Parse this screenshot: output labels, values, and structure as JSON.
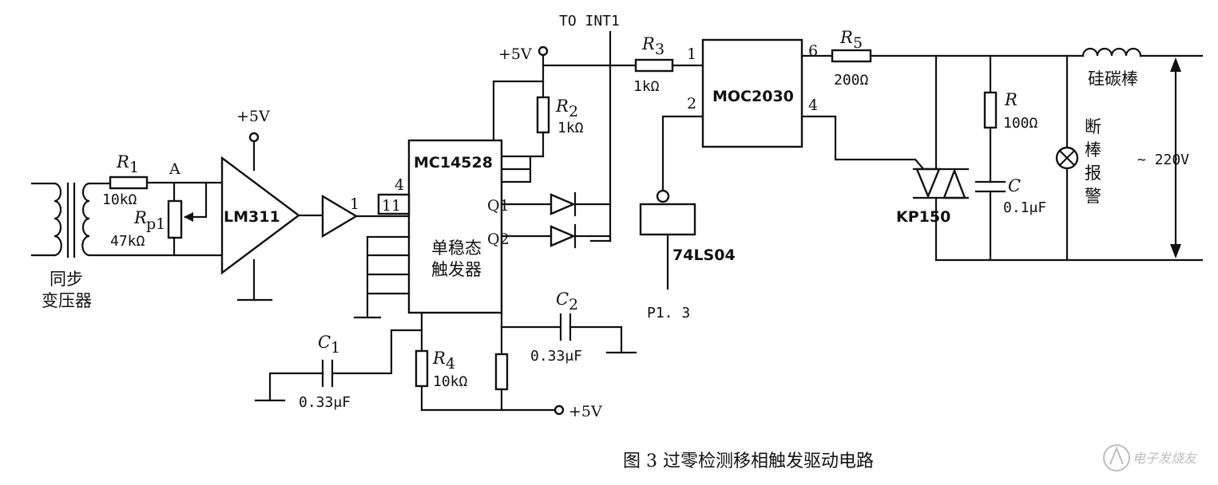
{
  "figure_caption": "图 3   过零检测移相触发驱动电路",
  "watermark": "电子发烧友",
  "transformer": {
    "label_line1": "同步",
    "label_line2": "变压器"
  },
  "R1": {
    "name": "R",
    "sub": "1",
    "value": "10kΩ"
  },
  "node_A": "A",
  "Rp1": {
    "name": "R",
    "sub": "p1",
    "value": "47kΩ"
  },
  "comparator": {
    "name": "LM311",
    "supply": "+5V"
  },
  "buffer": {
    "pin": "1"
  },
  "chip": {
    "name": "MC14528",
    "pin4": "4",
    "pin11": "11",
    "q1": "Q1",
    "q2": "Q2",
    "desc_line1": "单稳态",
    "desc_line2": "触发器"
  },
  "R2": {
    "name": "R",
    "sub": "2",
    "value": "1kΩ"
  },
  "R3": {
    "name": "R",
    "sub": "3",
    "value": "1kΩ"
  },
  "R4": {
    "name": "R",
    "sub": "4",
    "value": "10kΩ"
  },
  "R5": {
    "name": "R",
    "sub": "5",
    "value": "200Ω"
  },
  "R": {
    "name": "R",
    "value": "100Ω"
  },
  "C": {
    "name": "C",
    "value": "0.1μF"
  },
  "C1": {
    "name": "C",
    "sub": "1",
    "value": "0.33μF"
  },
  "C2": {
    "name": "C",
    "sub": "2",
    "value": "0.33μF"
  },
  "supply_top": "+5V",
  "supply_bottom": "+5V",
  "to_int": "TO INT1",
  "optocoupler": {
    "name": "MOC2030",
    "pin1": "1",
    "pin2": "2",
    "pin4": "4",
    "pin6": "6"
  },
  "inverter": {
    "name": "74LS04",
    "out": "P1. 3"
  },
  "triac": {
    "name": "KP150"
  },
  "heater": {
    "label": "硅碳棒"
  },
  "lamp": {
    "label": "断棒报警"
  },
  "mains": {
    "label": "~ 220V"
  }
}
